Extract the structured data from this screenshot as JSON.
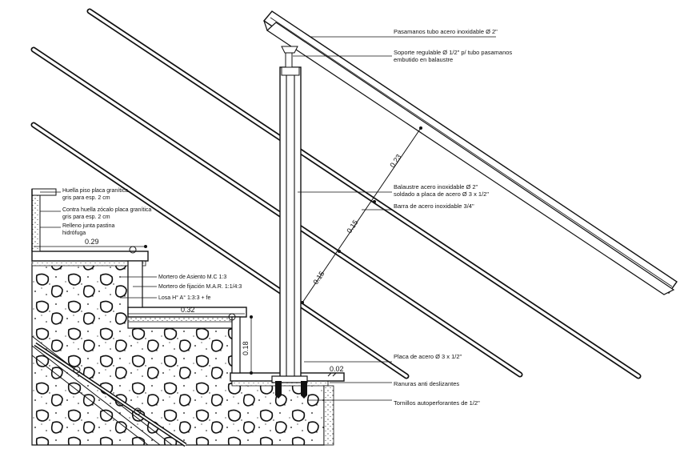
{
  "annotations": {
    "handrail": "Pasamanos tubo acero inoxidable Ø 2\"",
    "support_line1": "Soporte regulable Ø 1/2\" p/ tubo pasamanos",
    "support_line2": "embutido en balaustre",
    "baluster_line1": "Balaustre acero inoxidable Ø 2\"",
    "baluster_line2": "soldado a placa de acero Ø 3 x 1/2\"",
    "bar": "Barra de acero inoxidable 3/4\"",
    "plate": "Placa de acero Ø 3 x 1/2\"",
    "grooves": "Ranuras anti deslizantes",
    "screws": "Tornillos autoperforantes de 1/2\"",
    "tread_line1": "Huella piso placa granítica",
    "tread_line2": "gris para esp. 2 cm",
    "riser_line1": "Contra huella zócalo placa granítica",
    "riser_line2": "gris para esp. 2 cm",
    "joint_line1": "Relleno junta pastina",
    "joint_line2": "hidrófuga",
    "mortar_seat": "Mortero de Asiento M.C 1:3",
    "mortar_fix": "Mortero de fijación M.A.R. 1:1/4:3",
    "slab": "Losa H° A° 1:3:3 + fe"
  },
  "dimensions": {
    "d_top": "0.23",
    "d_mid": "0.15",
    "d_low": "0.15",
    "tread_1": "0.29",
    "tread_2": "0.32",
    "riser": "0.18",
    "plate_offset": "0.02"
  },
  "colors": {
    "line": "#111111",
    "background": "#ffffff"
  }
}
